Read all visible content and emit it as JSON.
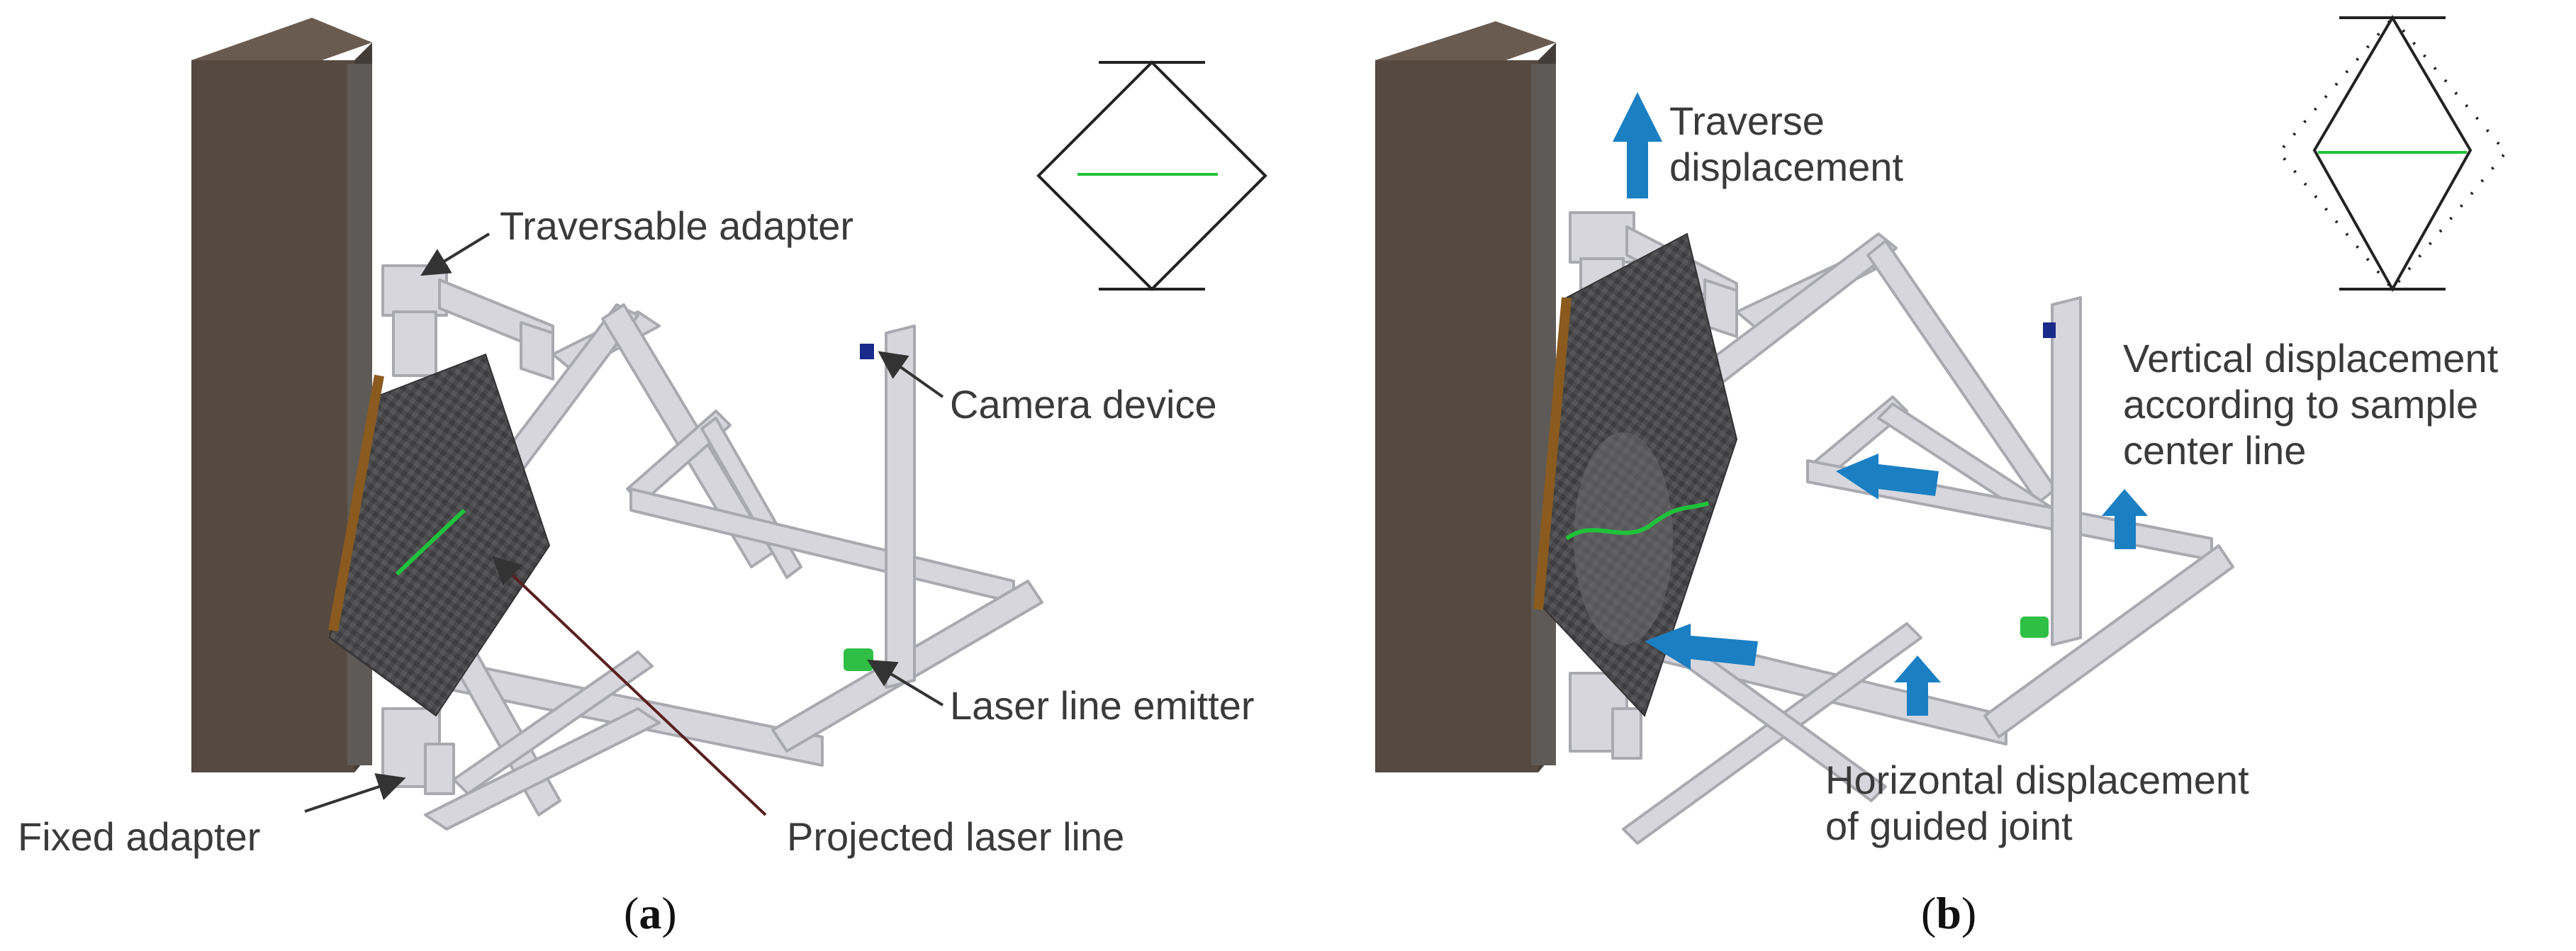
{
  "panel_a": {
    "caption_open": "(",
    "caption_letter": "a",
    "caption_close": ")",
    "labels": {
      "traversable_adapter": "Traversable adapter",
      "camera_device": "Camera device",
      "laser_line_emitter": "Laser line emitter",
      "fixed_adapter": "Fixed adapter",
      "projected_laser_line": "Projected laser line"
    }
  },
  "panel_b": {
    "caption_open": "(",
    "caption_letter": "b",
    "caption_close": ")",
    "labels": {
      "traverse_line1": "Traverse",
      "traverse_line2": "displacement",
      "vertical_line1": "Vertical displacement",
      "vertical_line2": "according to sample",
      "vertical_line3": "center line",
      "horizontal_line1": "Horizontal displacement",
      "horizontal_line2": "of guided joint"
    }
  },
  "colors": {
    "column": "#5b4e45",
    "frame": "#d4d4da",
    "sample": "#4a4a4c",
    "laser": "#1fc33a",
    "arrow": "#1a7fc3",
    "camera": "#1a2a8a",
    "rod": "#8a5a1e"
  }
}
